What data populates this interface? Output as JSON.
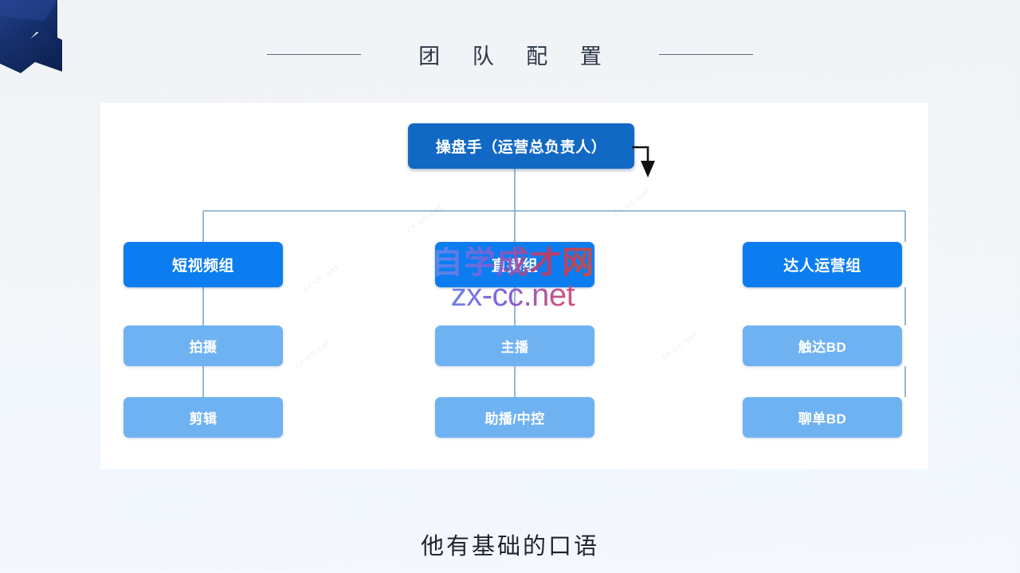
{
  "slide": {
    "title": "团 队 配 置",
    "caption": "他有基础的口语",
    "accent_blue": "#0b7df0",
    "root_blue": "#1169c4",
    "leaf_blue": "#6fb2f2",
    "connector_color": "#7ba7cc",
    "background": "#eef1f5",
    "panel_background": "#ffffff",
    "ribbon_color": "#15306e"
  },
  "watermark": {
    "cn_text": "自学成才网",
    "url_text": "zx-cc.net",
    "ghost_text": "zx-cc.net"
  },
  "org_chart": {
    "type": "tree",
    "root": {
      "label": "操盘手（运营总负责人）"
    },
    "branches": [
      {
        "label": "短视频组",
        "children": [
          {
            "label": "拍摄"
          },
          {
            "label": "剪辑"
          }
        ]
      },
      {
        "label": "直播组",
        "children": [
          {
            "label": "主播"
          },
          {
            "label": "助播/中控"
          }
        ]
      },
      {
        "label": "达人运营组",
        "children": [
          {
            "label": "触达BD"
          },
          {
            "label": "聊单BD"
          }
        ]
      }
    ]
  }
}
